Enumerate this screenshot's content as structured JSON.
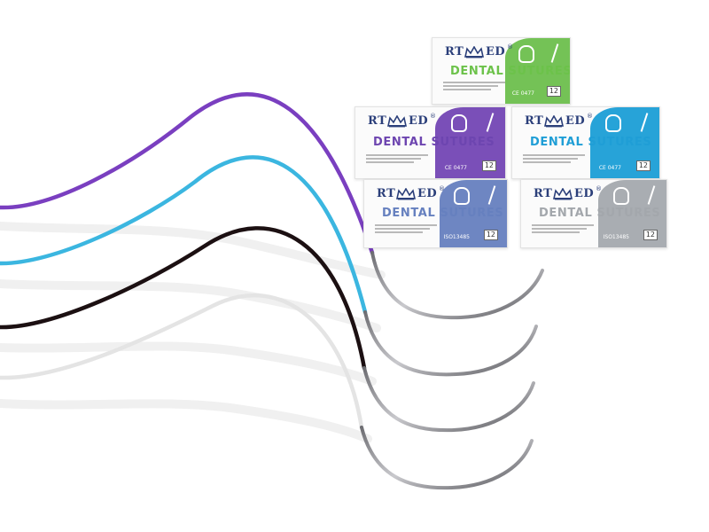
{
  "boxes": [
    {
      "id": "green",
      "brand_left": "RT",
      "brand_right": "ED",
      "registered": "®",
      "product": "DENTAL SUTURES",
      "mark": "CE 0477",
      "count": "12",
      "accent": "#74c256",
      "text_color": "#6cc24a"
    },
    {
      "id": "purple",
      "brand_left": "RT",
      "brand_right": "ED",
      "registered": "®",
      "product": "DENTAL SUTURES",
      "mark": "CE 0477",
      "count": "12",
      "accent": "#7a4fb8",
      "text_color": "#6d45b0"
    },
    {
      "id": "blue",
      "brand_left": "RT",
      "brand_right": "ED",
      "registered": "®",
      "product": "DENTAL SUTURES",
      "mark": "CE 0477",
      "count": "12",
      "accent": "#27a3d8",
      "text_color": "#1f9ed6"
    },
    {
      "id": "slate",
      "brand_left": "RT",
      "brand_right": "ED",
      "registered": "®",
      "product": "DENTAL SUTURES",
      "mark": "ISO13485",
      "count": "12",
      "accent": "#6e86c2",
      "text_color": "#6680bf"
    },
    {
      "id": "gray",
      "brand_left": "RT",
      "brand_right": "ED",
      "registered": "®",
      "product": "DENTAL SUTURES",
      "mark": "ISO13485",
      "count": "12",
      "accent": "#a9adb2",
      "text_color": "#a3a7ac"
    }
  ],
  "sutures": [
    {
      "id": "purple-suture",
      "color": "#7a3fc0"
    },
    {
      "id": "blue-suture",
      "color": "#3bb6e0"
    },
    {
      "id": "black-suture",
      "color": "#1c1012"
    },
    {
      "id": "white-suture",
      "color": "#e4e4e4"
    }
  ],
  "colors": {
    "brand": "#2b3f7a",
    "needle": "#8f8f94",
    "background": "#ffffff"
  }
}
